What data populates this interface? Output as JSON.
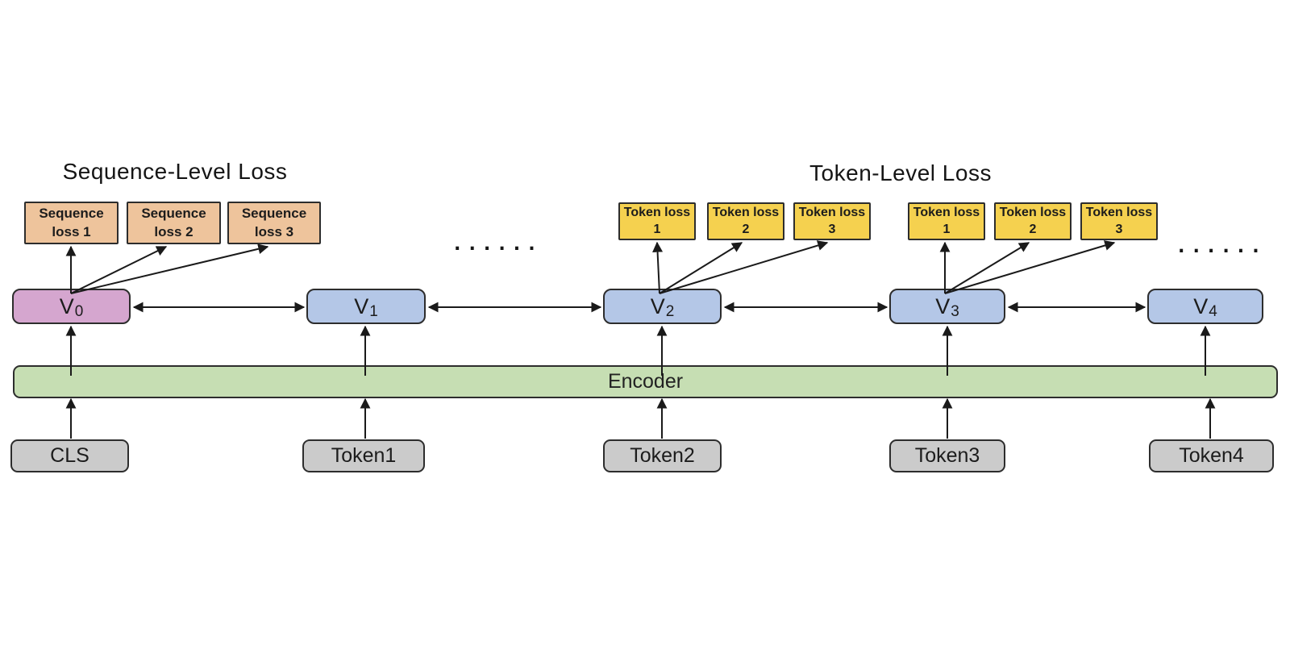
{
  "titles": {
    "sequence_level": "Sequence-Level Loss",
    "token_level": "Token-Level Loss"
  },
  "sequence_loss_boxes": [
    "Sequence loss 1",
    "Sequence loss 2",
    "Sequence loss 3"
  ],
  "token_loss_boxes_v2": [
    "Token loss 1",
    "Token loss 2",
    "Token loss 3"
  ],
  "token_loss_boxes_v3": [
    "Token loss 1",
    "Token loss 2",
    "Token loss 3"
  ],
  "hidden_states": {
    "v0": {
      "base": "V",
      "sub": "0"
    },
    "v1": {
      "base": "V",
      "sub": "1"
    },
    "v2": {
      "base": "V",
      "sub": "2"
    },
    "v3": {
      "base": "V",
      "sub": "3"
    },
    "v4": {
      "base": "V",
      "sub": "4"
    }
  },
  "encoder_label": "Encoder",
  "input_tokens": [
    "CLS",
    "Token1",
    "Token2",
    "Token3",
    "Token4"
  ],
  "ellipsis_left": "......",
  "ellipsis_right": "......",
  "colors": {
    "sequence_loss_fill": "#eec49c",
    "token_loss_fill": "#f5d14f",
    "cls_state_fill": "#d5a6cf",
    "hidden_state_fill": "#b4c7e7",
    "encoder_fill": "#c6deb3",
    "input_fill": "#cbcbcb",
    "arrow": "#1a1a1a"
  }
}
